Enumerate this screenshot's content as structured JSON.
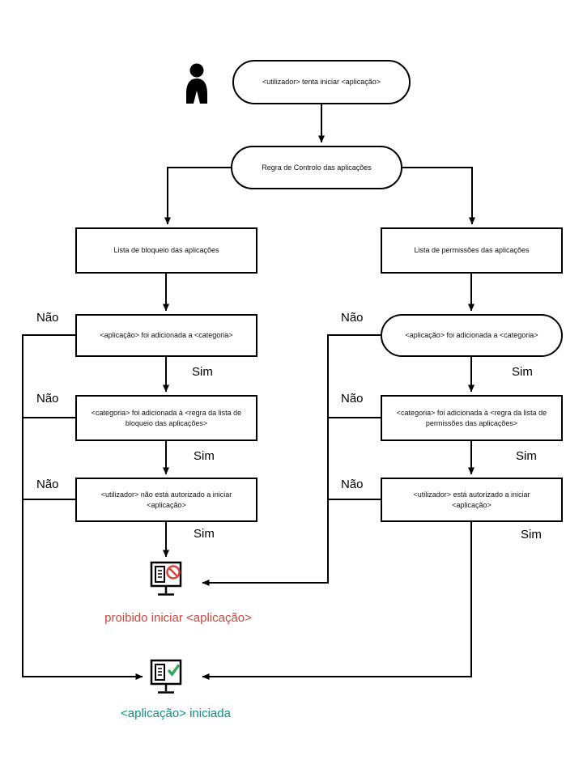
{
  "diagram": {
    "nodes": {
      "start": "<utilizador> tenta iniciar <aplicação>",
      "rule": "Regra de Controlo das aplicações",
      "blocklist": "Lista de bloqueio das aplicações",
      "allowlist": "Lista de permissões das aplicações",
      "left_category": "<aplicação> foi adicionada a <categoria>",
      "left_rule": "<categoria> foi adicionada à <regra da lista de bloqueio das aplicações>",
      "left_user": "<utilizador> não está autorizado a iniciar <aplicação>",
      "right_category": "<aplicação> foi adicionada a <categoria>",
      "right_rule": "<categoria> foi adicionada à <regra da lista de permissões das aplicações>",
      "right_user": "<utilizador> está autorizado a iniciar <aplicação>",
      "blocked_caption": "proibido iniciar <aplicação>",
      "started_caption": "<aplicação> iniciada"
    },
    "labels": {
      "yes": "Sim",
      "no": "Não"
    },
    "icons": {
      "user": "user-silhouette",
      "blocked": "monitor-prohibited-badge",
      "started": "monitor-check-badge"
    },
    "colors": {
      "line": "#000000",
      "blocked_text": "#c9473c",
      "started_text": "#0d9083",
      "prohibited_badge": "#d9443f",
      "check_badge": "#2fa860"
    }
  }
}
